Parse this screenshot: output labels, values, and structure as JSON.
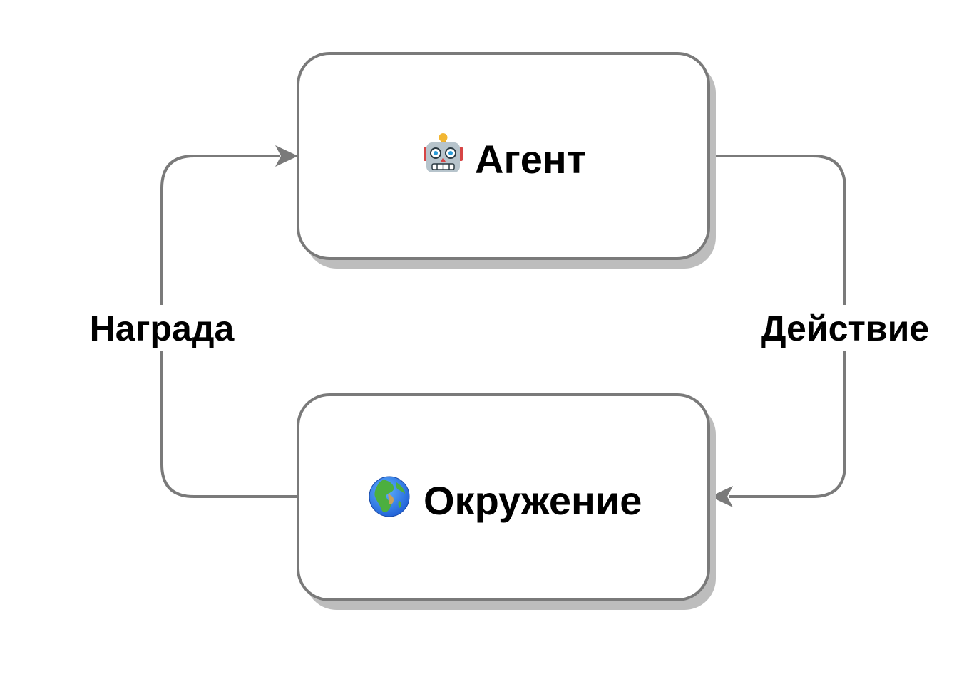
{
  "nodes": {
    "agent": {
      "label": "Агент",
      "icon": "robot-icon"
    },
    "environment": {
      "label": "Окружение",
      "icon": "globe-icon"
    }
  },
  "edges": {
    "action": {
      "label": "Действие",
      "from": "Агент",
      "to": "Окружение"
    },
    "reward": {
      "label": "Награда",
      "from": "Окружение",
      "to": "Агент"
    }
  },
  "colors": {
    "stroke": "#7a7a7a",
    "shadow": "#bdbdbd",
    "box_fill": "#ffffff",
    "text": "#000000"
  }
}
